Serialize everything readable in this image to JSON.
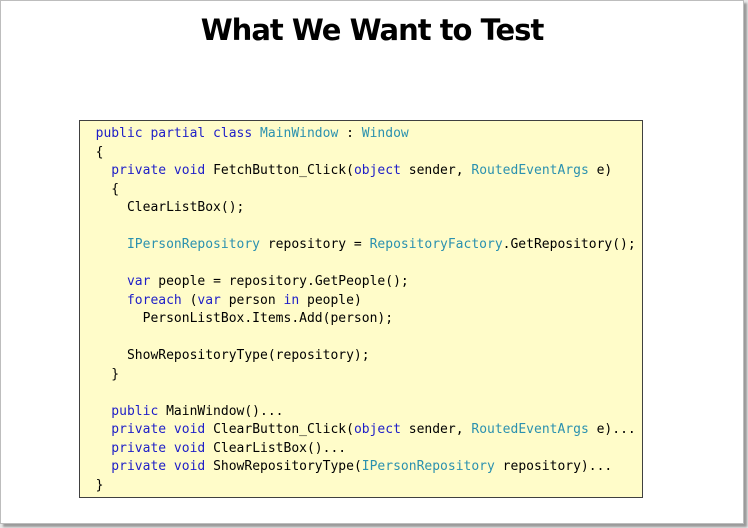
{
  "slide": {
    "title": "What We Want to Test"
  },
  "code": {
    "lines": [
      [
        {
          "t": "kw",
          "v": "  public partial class "
        },
        {
          "t": "type",
          "v": "MainWindow"
        },
        {
          "t": "plain",
          "v": " : "
        },
        {
          "t": "type",
          "v": "Window"
        }
      ],
      [
        {
          "t": "plain",
          "v": "  {"
        }
      ],
      [
        {
          "t": "kw",
          "v": "    private void "
        },
        {
          "t": "plain",
          "v": "FetchButton_Click("
        },
        {
          "t": "kw",
          "v": "object"
        },
        {
          "t": "plain",
          "v": " sender, "
        },
        {
          "t": "type",
          "v": "RoutedEventArgs"
        },
        {
          "t": "plain",
          "v": " e)"
        }
      ],
      [
        {
          "t": "plain",
          "v": "    {"
        }
      ],
      [
        {
          "t": "plain",
          "v": "      ClearListBox();"
        }
      ],
      [],
      [
        {
          "t": "type",
          "v": "      IPersonRepository"
        },
        {
          "t": "plain",
          "v": " repository = "
        },
        {
          "t": "type",
          "v": "RepositoryFactory"
        },
        {
          "t": "plain",
          "v": ".GetRepository();"
        }
      ],
      [],
      [
        {
          "t": "kw",
          "v": "      var"
        },
        {
          "t": "plain",
          "v": " people = repository.GetPeople();"
        }
      ],
      [
        {
          "t": "kw",
          "v": "      foreach"
        },
        {
          "t": "plain",
          "v": " ("
        },
        {
          "t": "kw",
          "v": "var"
        },
        {
          "t": "plain",
          "v": " person "
        },
        {
          "t": "kw",
          "v": "in"
        },
        {
          "t": "plain",
          "v": " people)"
        }
      ],
      [
        {
          "t": "plain",
          "v": "        PersonListBox.Items.Add(person);"
        }
      ],
      [],
      [
        {
          "t": "plain",
          "v": "      ShowRepositoryType(repository);"
        }
      ],
      [
        {
          "t": "plain",
          "v": "    }"
        }
      ],
      [],
      [
        {
          "t": "kw",
          "v": "    public "
        },
        {
          "t": "plain",
          "v": "MainWindow()..."
        }
      ],
      [
        {
          "t": "kw",
          "v": "    private void "
        },
        {
          "t": "plain",
          "v": "ClearButton_Click("
        },
        {
          "t": "kw",
          "v": "object"
        },
        {
          "t": "plain",
          "v": " sender, "
        },
        {
          "t": "type",
          "v": "RoutedEventArgs"
        },
        {
          "t": "plain",
          "v": " e)..."
        }
      ],
      [
        {
          "t": "kw",
          "v": "    private void "
        },
        {
          "t": "plain",
          "v": "ClearListBox()..."
        }
      ],
      [
        {
          "t": "kw",
          "v": "    private void "
        },
        {
          "t": "plain",
          "v": "ShowRepositoryType("
        },
        {
          "t": "type",
          "v": "IPersonRepository"
        },
        {
          "t": "plain",
          "v": " repository)..."
        }
      ],
      [
        {
          "t": "plain",
          "v": "  }"
        }
      ]
    ]
  },
  "colors": {
    "keyword": "#1e1ec8",
    "type": "#2b91af",
    "plain": "#000000",
    "code_background": "#fffcc9"
  }
}
